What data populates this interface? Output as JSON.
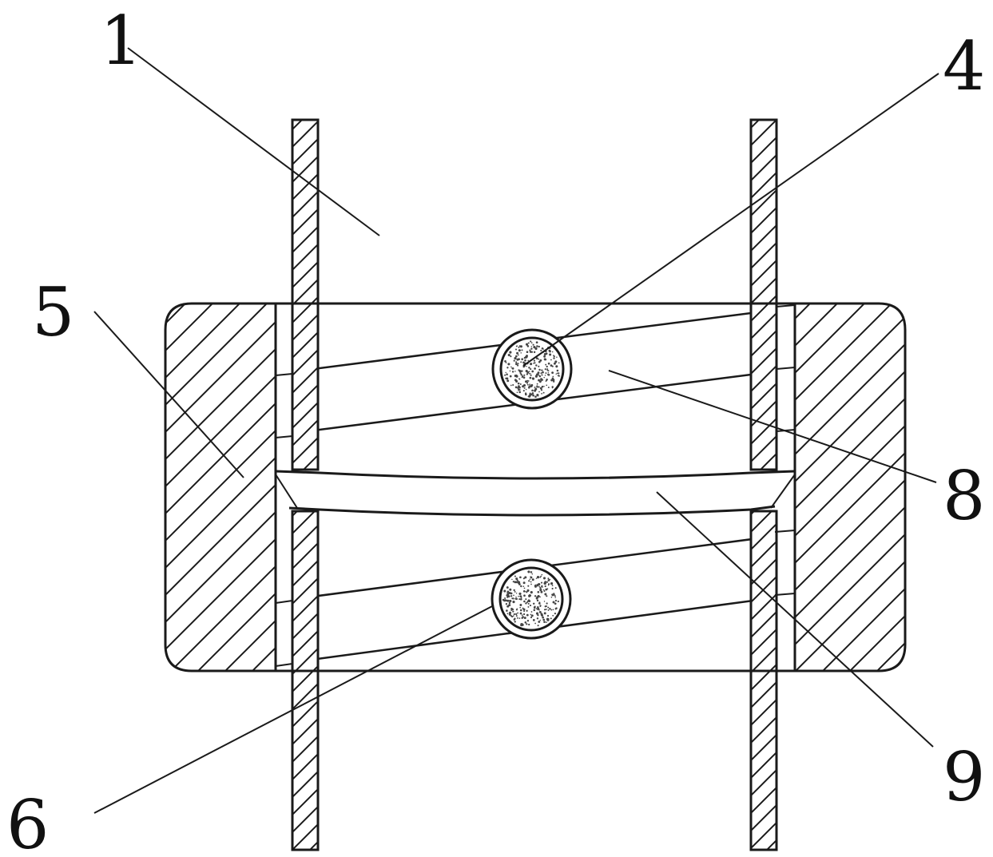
{
  "colors": {
    "line": "#1a1a1a",
    "background": "#ffffff",
    "grain": "#444444"
  },
  "labels": {
    "l1": "1",
    "l4": "4",
    "l5": "5",
    "l6": "6",
    "l8": "8",
    "l9": "9"
  }
}
